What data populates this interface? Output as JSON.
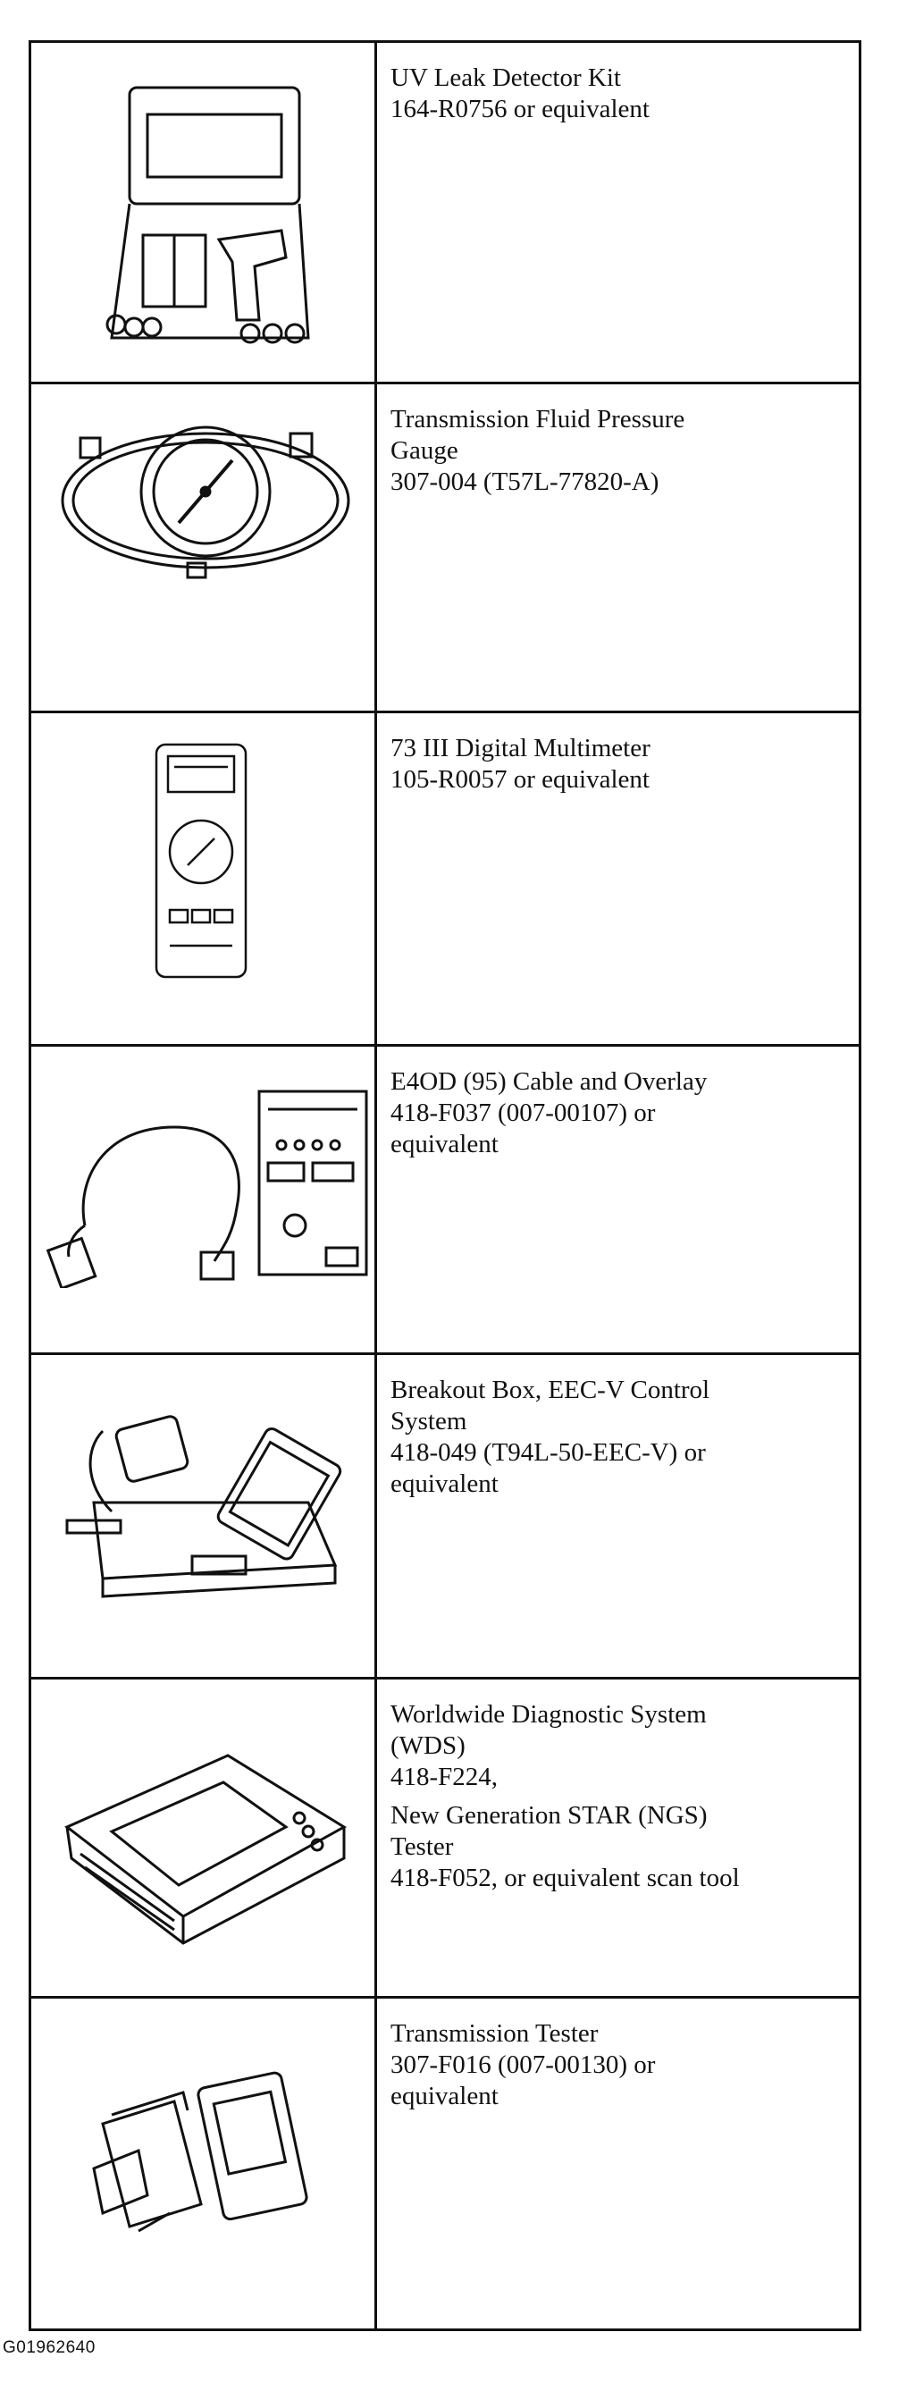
{
  "tools": [
    {
      "icon": "uv-leak-detector-kit-icon",
      "lines": [
        "UV Leak Detector Kit",
        "164-R0756 or equivalent"
      ]
    },
    {
      "icon": "pressure-gauge-icon",
      "lines": [
        "Transmission Fluid Pressure",
        "Gauge",
        "307-004 (T57L-77820-A)"
      ]
    },
    {
      "icon": "digital-multimeter-icon",
      "lines": [
        "73 III Digital Multimeter",
        "105-R0057 or equivalent"
      ]
    },
    {
      "icon": "cable-and-overlay-icon",
      "lines": [
        "E4OD (95) Cable and Overlay",
        "418-F037 (007-00107) or",
        "equivalent"
      ]
    },
    {
      "icon": "breakout-box-icon",
      "lines": [
        "Breakout Box, EEC-V Control",
        "System",
        "418-049 (T94L-50-EEC-V) or",
        "equivalent"
      ]
    },
    {
      "icon": "scan-tool-icon",
      "lines": [
        "Worldwide Diagnostic System",
        "(WDS)",
        "418-F224,",
        "New Generation STAR (NGS)",
        "Tester",
        "418-F052, or equivalent scan tool"
      ]
    },
    {
      "icon": "transmission-tester-icon",
      "lines": [
        "Transmission Tester",
        "307-F016 (007-00130) or",
        "equivalent"
      ]
    }
  ],
  "figure_id": "G01962640"
}
